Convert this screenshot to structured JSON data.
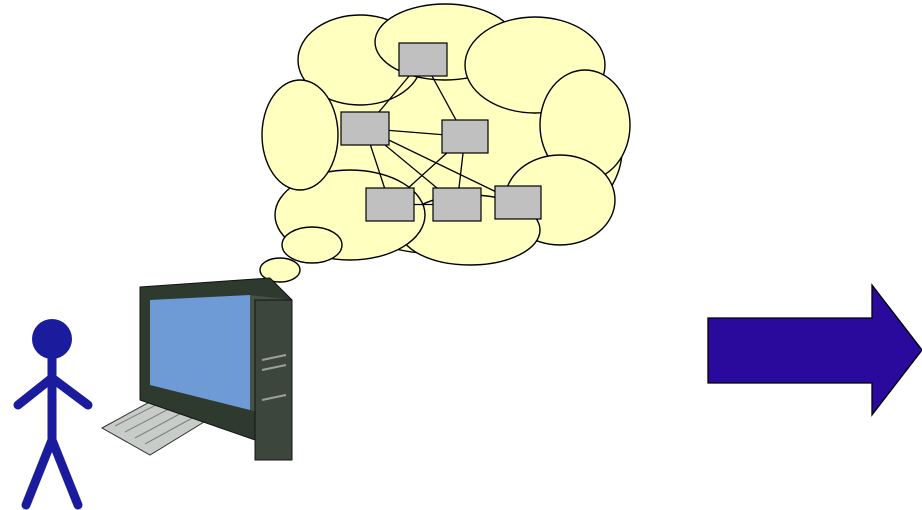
{
  "diagram": {
    "thought_nodes": [
      "node-top",
      "node-mid-left",
      "node-mid-right",
      "node-bottom-left",
      "node-bottom-center",
      "node-bottom-right"
    ],
    "thought_edges": [
      [
        "node-top",
        "node-mid-left"
      ],
      [
        "node-top",
        "node-mid-right"
      ],
      [
        "node-mid-left",
        "node-mid-right"
      ],
      [
        "node-mid-left",
        "node-bottom-left"
      ],
      [
        "node-mid-left",
        "node-bottom-center"
      ],
      [
        "node-mid-left",
        "node-bottom-right"
      ],
      [
        "node-mid-right",
        "node-bottom-left"
      ],
      [
        "node-mid-right",
        "node-bottom-center"
      ],
      [
        "node-bottom-left",
        "node-bottom-center"
      ]
    ]
  },
  "icons": {
    "person": "person-icon",
    "computer": "computer-icon",
    "thought_cloud": "thought-cloud-icon",
    "arrow": "right-arrow-icon"
  },
  "colors": {
    "cloud_fill": "#FFFFC0",
    "node_fill": "#C0C0C0",
    "person": "#1B1B9E",
    "arrow_fill": "#2A0A9C",
    "screen": "#6E9BD6",
    "computer_body": "#2F3A2F"
  }
}
